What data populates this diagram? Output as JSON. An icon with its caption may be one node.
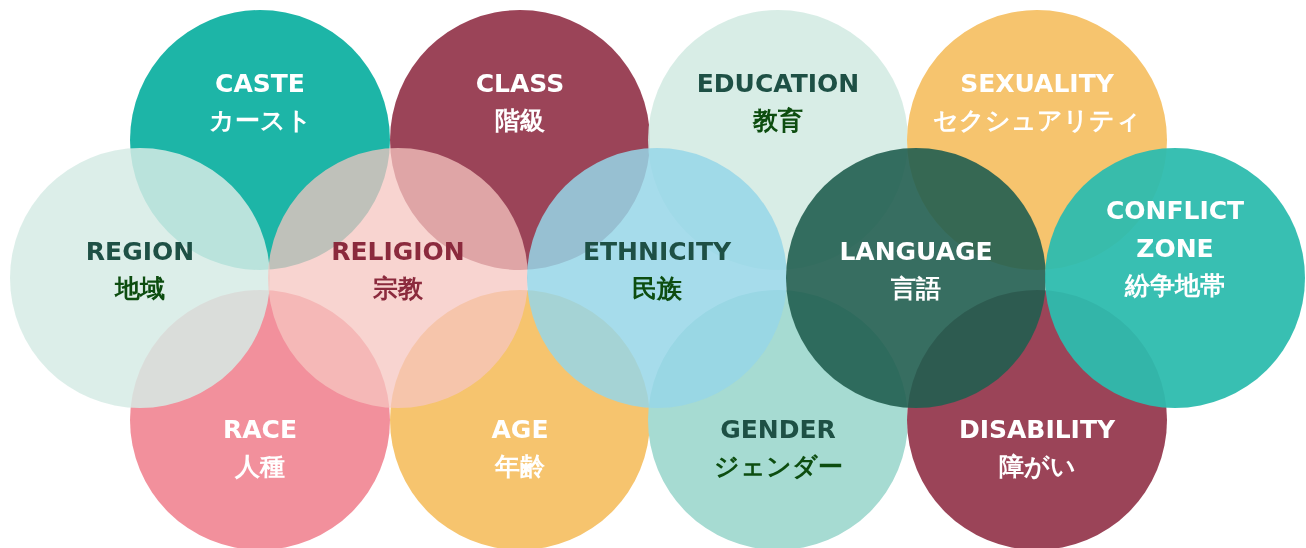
{
  "diagram": {
    "nodes": [
      {
        "text": [
          "CASTE",
          "カースト"
        ]
      },
      {
        "text": [
          "CLASS",
          "階級"
        ]
      },
      {
        "text": [
          "EDUCATION",
          "教育"
        ]
      },
      {
        "text": [
          "SEXUALITY",
          "セクシュアリティ"
        ]
      },
      {
        "text": [
          "REGION",
          "地域"
        ]
      },
      {
        "text": [
          "RELIGION",
          "宗教"
        ]
      },
      {
        "text": [
          "ETHNICITY",
          "民族"
        ]
      },
      {
        "text": [
          "LANGUAGE",
          "言語"
        ]
      },
      {
        "text": [
          "CONFLICT ZONE",
          "紛争地帯"
        ]
      },
      {
        "text": [
          "RACE",
          "人種"
        ]
      },
      {
        "text": [
          "AGE",
          "年齢"
        ]
      },
      {
        "text": [
          "GENDER",
          "ジェンダー"
        ]
      },
      {
        "text": [
          "DISABILITY",
          "障がい"
        ]
      }
    ]
  }
}
